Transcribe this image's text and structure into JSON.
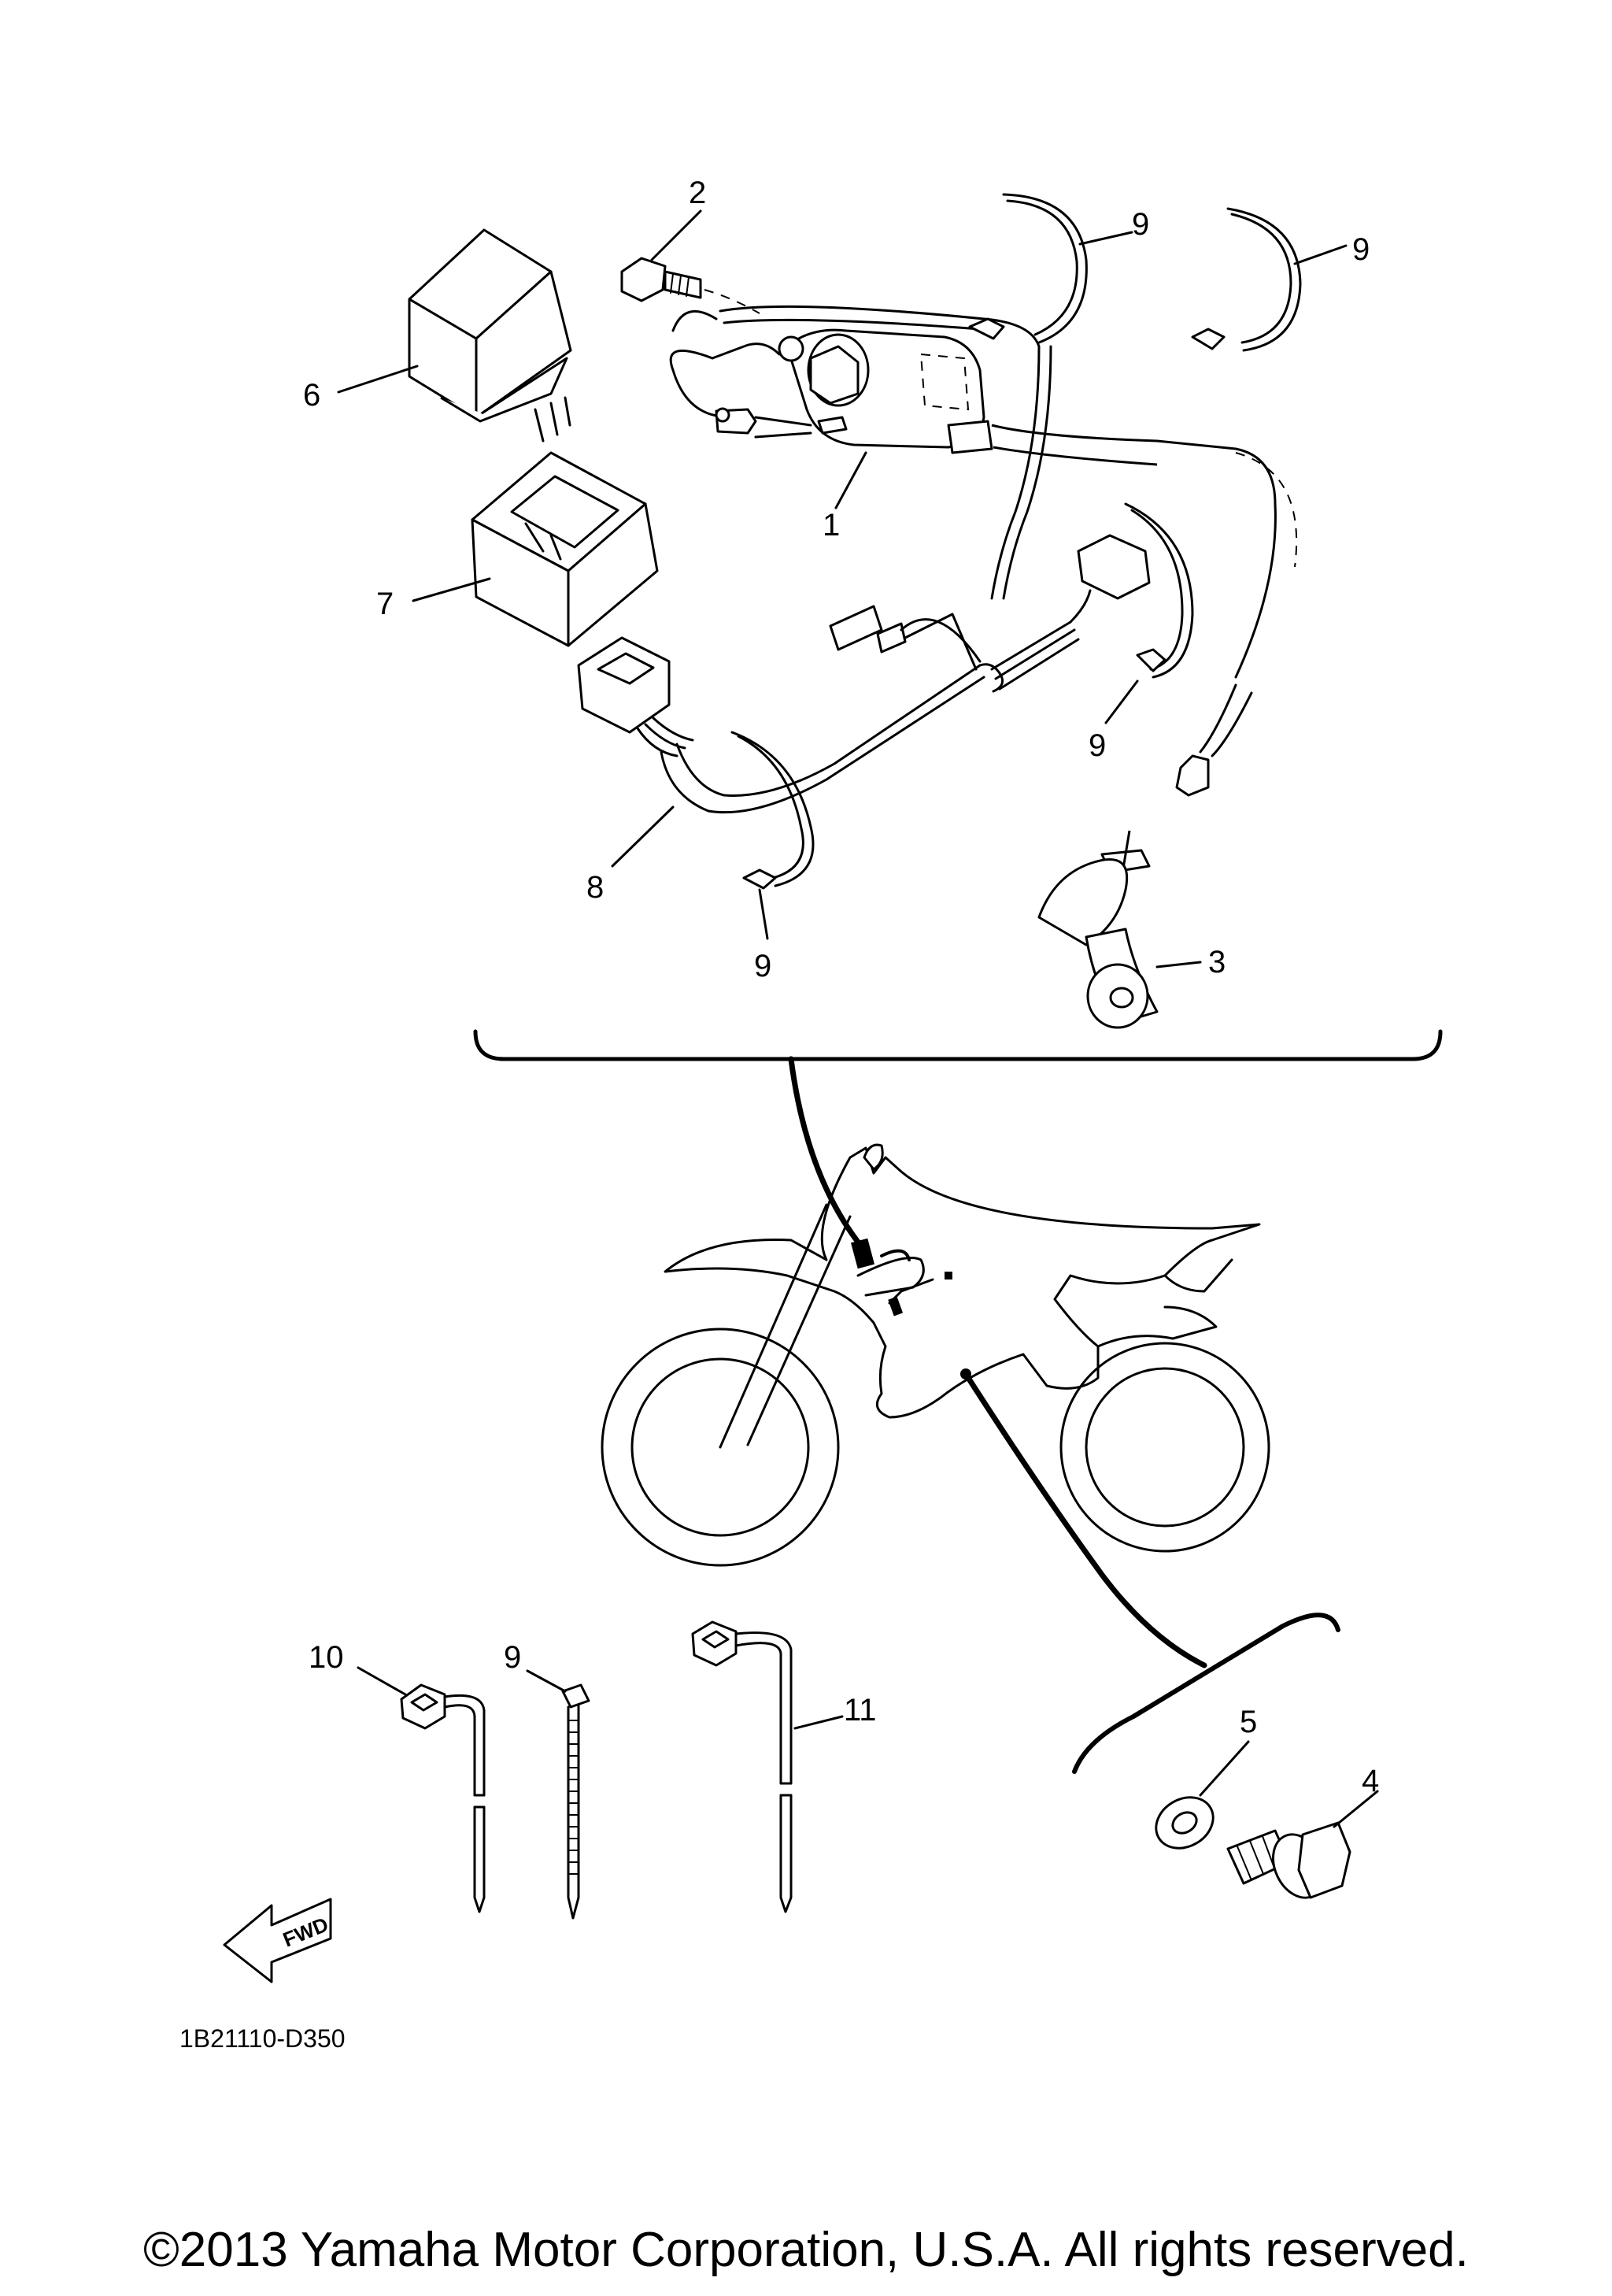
{
  "callouts": {
    "c1": "1",
    "c2": "2",
    "c3": "3",
    "c4": "4",
    "c5": "5",
    "c6": "6",
    "c7": "7",
    "c8": "8",
    "c9a": "9",
    "c9b": "9",
    "c9c": "9",
    "c9d": "9",
    "c9e": "9",
    "c10": "10",
    "c11": "11"
  },
  "fwd_label": "FWD",
  "diagram_code": "1B21110-D350",
  "copyright": "©2013 Yamaha Motor Corporation, U.S.A. All rights reserved."
}
